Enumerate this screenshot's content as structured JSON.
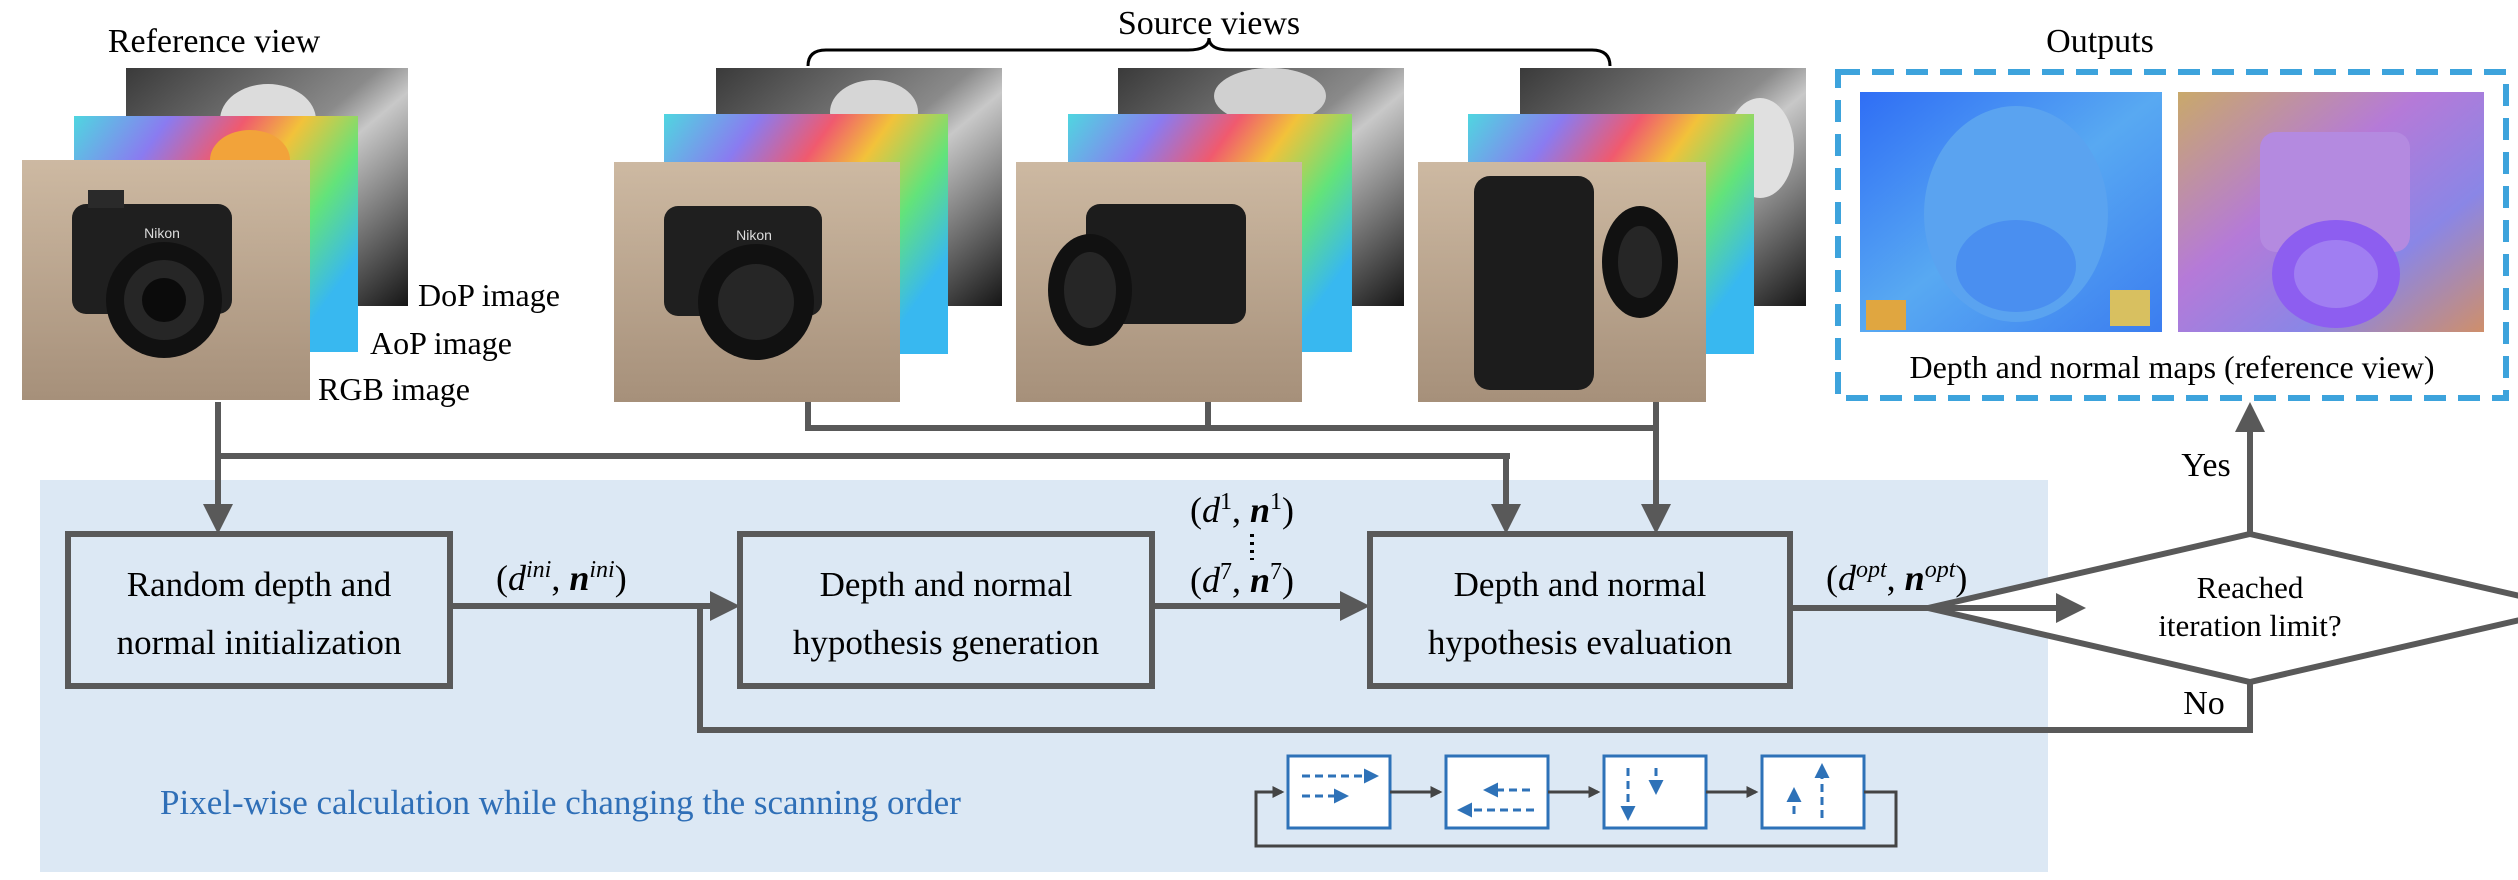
{
  "labels": {
    "reference_view": "Reference view",
    "source_views": "Source views",
    "outputs": "Outputs",
    "dop_image": "DoP image",
    "aop_image": "AoP image",
    "rgb_image": "RGB image",
    "output_caption": "Depth and normal maps (reference view)",
    "yes": "Yes",
    "no": "No",
    "scanning_caption": "Pixel-wise calculation while changing the scanning order"
  },
  "boxes": {
    "init": [
      "Random depth and",
      "normal initialization"
    ],
    "generation": [
      "Depth and normal",
      "hypothesis generation"
    ],
    "evaluation": [
      "Depth and normal",
      "hypothesis evaluation"
    ],
    "decision": [
      "Reached",
      "iteration limit?"
    ]
  },
  "math": {
    "d": "d",
    "n": "n",
    "ini": "ini",
    "opt": "opt",
    "one": "1",
    "seven": "7"
  },
  "colors": {
    "panel_bg": "#dce8f4",
    "box_stroke": "#595959",
    "arrow": "#595959",
    "output_frame": "#3da3dc",
    "caption_blue": "#2f6fb7",
    "scan_blue": "#2e72b8"
  },
  "icons": {
    "scan_orders": [
      "right-arrows-icon",
      "left-arrows-icon",
      "down-arrows-icon",
      "up-arrows-icon"
    ]
  }
}
